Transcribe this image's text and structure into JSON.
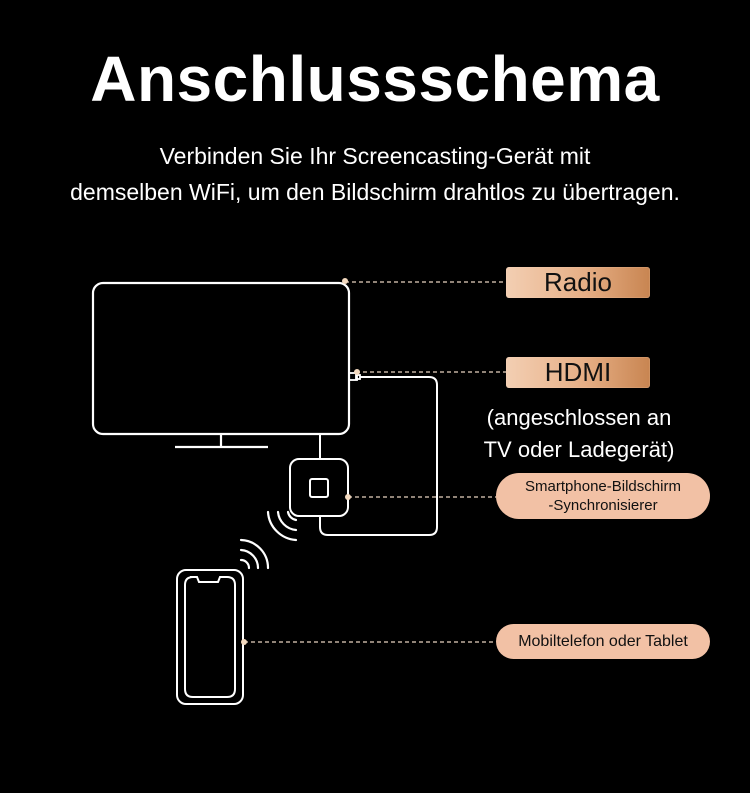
{
  "header": {
    "title": "Anschlussschema",
    "subtitle_line1": "Verbinden Sie Ihr Screencasting-Gerät mit",
    "subtitle_line2": "demselben WiFi, um den Bildschirm drahtlos zu übertragen."
  },
  "labels": {
    "radio": "Radio",
    "hdmi": "HDMI",
    "hdmi_note_line1": "(angeschlossen an",
    "hdmi_note_line2": "TV oder Ladegerät)",
    "sync_line1": "Smartphone-Bildschirm",
    "sync_line2": "-Synchronisierer",
    "phone": "Mobiltelefon oder Tablet"
  },
  "icons": [
    "tv-icon",
    "hdmi-plug-icon",
    "screencast-dongle-icon",
    "wifi-signal-icon",
    "smartphone-icon"
  ],
  "colors": {
    "background": "#000000",
    "line": "#ffffff",
    "tag_gradient_start": "#f3cfb3",
    "tag_gradient_end": "#c88551",
    "pill": "#f2c1a5",
    "leader_dot": "#f3d9bf"
  }
}
